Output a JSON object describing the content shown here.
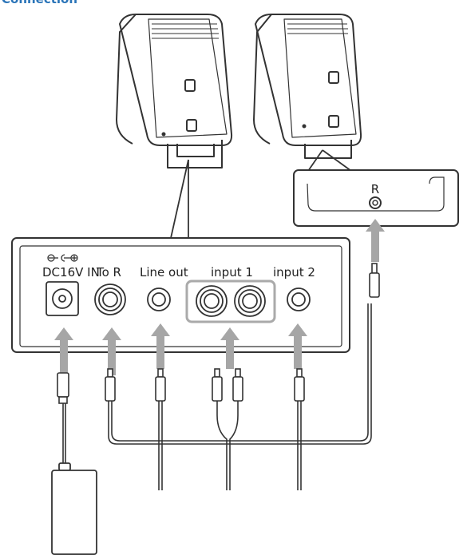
{
  "header": {
    "title": "Connection"
  },
  "right_panel": {
    "channel_label": "R"
  },
  "rear_panel": {
    "jacks": [
      {
        "label": "DC16V IN"
      },
      {
        "label": "To R"
      },
      {
        "label": "Line out"
      },
      {
        "label": "input 1"
      },
      {
        "label": "input 2"
      }
    ]
  },
  "colors": {
    "arrow": "#a6a6a6",
    "outline": "#333333",
    "title": "#2a74b8"
  },
  "icons": [
    "power-polarity-icon",
    "arrow-up-icon",
    "rca-plug-icon",
    "dc-plug-icon",
    "power-adapter-icon"
  ]
}
